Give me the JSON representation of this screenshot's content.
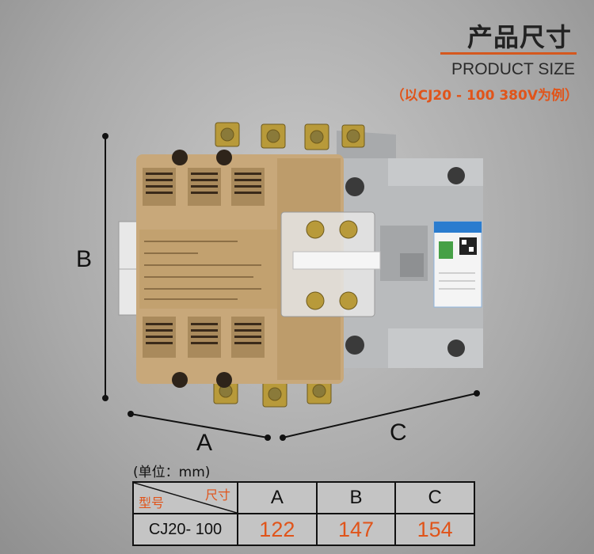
{
  "title_cn": "产品尺寸",
  "title_en": "PRODUCT SIZE",
  "note": "（以CJ20 - 100   380V为例）",
  "dimension_labels": {
    "a": "A",
    "b": "B",
    "c": "C"
  },
  "unit_text": "(单位：mm)",
  "table": {
    "corner_top": "尺寸",
    "corner_bottom": "型号",
    "headers": [
      "A",
      "B",
      "C"
    ],
    "row": {
      "model": "CJ20- 100",
      "values": [
        "122",
        "147",
        "154"
      ]
    }
  },
  "colors": {
    "accent": "#e0541a",
    "housing": "#c8a87a",
    "body_grey": "#b9bbbd"
  }
}
